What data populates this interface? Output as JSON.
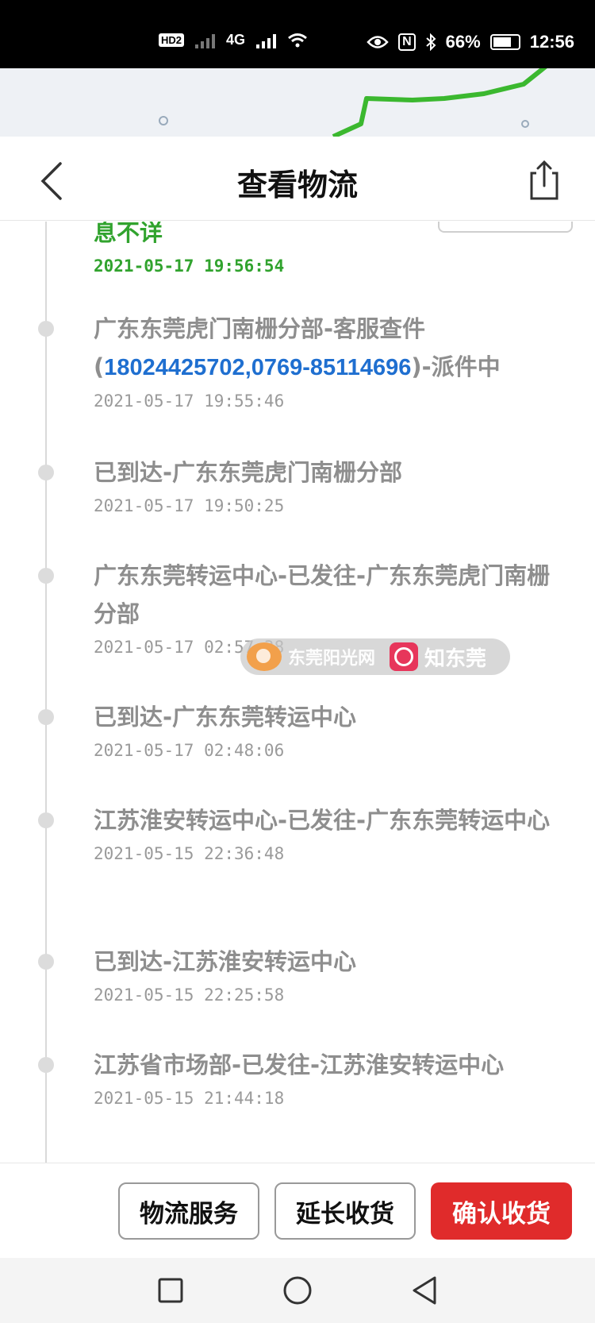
{
  "status_bar": {
    "hd_label": "HD",
    "sim_index": "2",
    "network_label": "4G",
    "battery_percent": "66%",
    "time": "12:56"
  },
  "header": {
    "title": "查看物流"
  },
  "timeline": {
    "current": {
      "desc": "息不详",
      "time": "2021-05-17 19:56:54"
    },
    "events": [
      {
        "desc_before": "广东东莞虎门南栅分部-客服查件",
        "desc_open": "(",
        "phone1": "18024425702",
        "phone_sep": ",",
        "phone2": "0769-85114696",
        "desc_after": ")-派件中",
        "time": "2021-05-17 19:55:46"
      },
      {
        "desc": "已到达-广东东莞虎门南栅分部",
        "time": "2021-05-17 19:50:25"
      },
      {
        "desc": "广东东莞转运中心-已发往-广东东莞虎门南栅分部",
        "time": "2021-05-17 02:57:38"
      },
      {
        "desc": "已到达-广东东莞转运中心",
        "time": "2021-05-17 02:48:06"
      },
      {
        "desc": "江苏淮安转运中心-已发往-广东东莞转运中心",
        "time": "2021-05-15 22:36:48"
      },
      {
        "desc": "已到达-江苏淮安转运中心",
        "time": "2021-05-15 22:25:58"
      },
      {
        "desc": "江苏省市场部-已发往-江苏淮安转运中心",
        "time": "2021-05-15 21:44:18"
      }
    ]
  },
  "watermark": {
    "text1": "东莞阳光网",
    "text2": "知东莞"
  },
  "actions": {
    "logistics_service": "物流服务",
    "extend_receipt": "延长收货",
    "confirm_receipt": "确认收货"
  },
  "colors": {
    "accent_green": "#31a32e",
    "phone_blue": "#1f6fd0",
    "confirm_red": "#e02b2b",
    "route_green": "#3bb82f"
  }
}
